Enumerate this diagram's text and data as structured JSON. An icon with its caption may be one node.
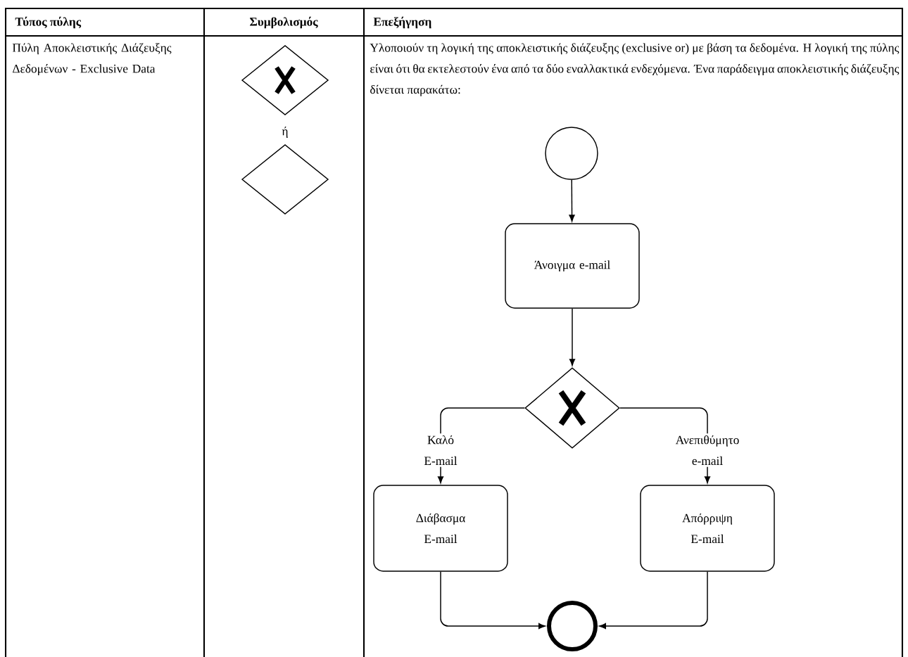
{
  "diagram": {
    "nodes": [
      {
        "text": [],
        "shape": "circle"
      },
      {
        "text": [
          "Άνοιγμα e-mail"
        ]
      },
      {
        "text": [],
        "shape": "diamond"
      },
      {
        "text": [
          "Διάβασμα E-mail"
        ]
      },
      {
        "text": [
          "Απόρριψη E-mail"
        ]
      },
      {
        "text": [],
        "shape": "circle"
      }
    ],
    "edges": [
      {
        "from": 0,
        "to": 1,
        "arrow": "to"
      },
      {
        "from": 1,
        "to": 2,
        "arrow": "to"
      },
      {
        "from": 2,
        "to": 3,
        "arrow": "to",
        "label": "Καλό E-mail"
      },
      {
        "from": 2,
        "to": 4,
        "arrow": "to",
        "label": "Ανεπιθύμητο e-mail"
      },
      {
        "from": 3,
        "to": 5,
        "arrow": "to"
      },
      {
        "from": 4,
        "to": 5,
        "arrow": "to"
      }
    ],
    "labels": [
      "Τύπος πύλης",
      "Συμβολισμός",
      "Επεξήγηση",
      "Πύλη Αποκλειστικής Διάζευξης Δεδομένων - Exclusive Data",
      "ή",
      "Υλοποιούν τη λογική της αποκλειστικής διάζευξης (exclusive or) με βάση τα δεδομένα. Η λογική της πύλης είναι ότι θα εκτελεστούν ένα από τα δύο εναλλακτικά ενδεχόμενα. Ένα παράδειγμα αποκλειστικής διάζευξης δίνεται παρακάτω:"
    ]
  }
}
